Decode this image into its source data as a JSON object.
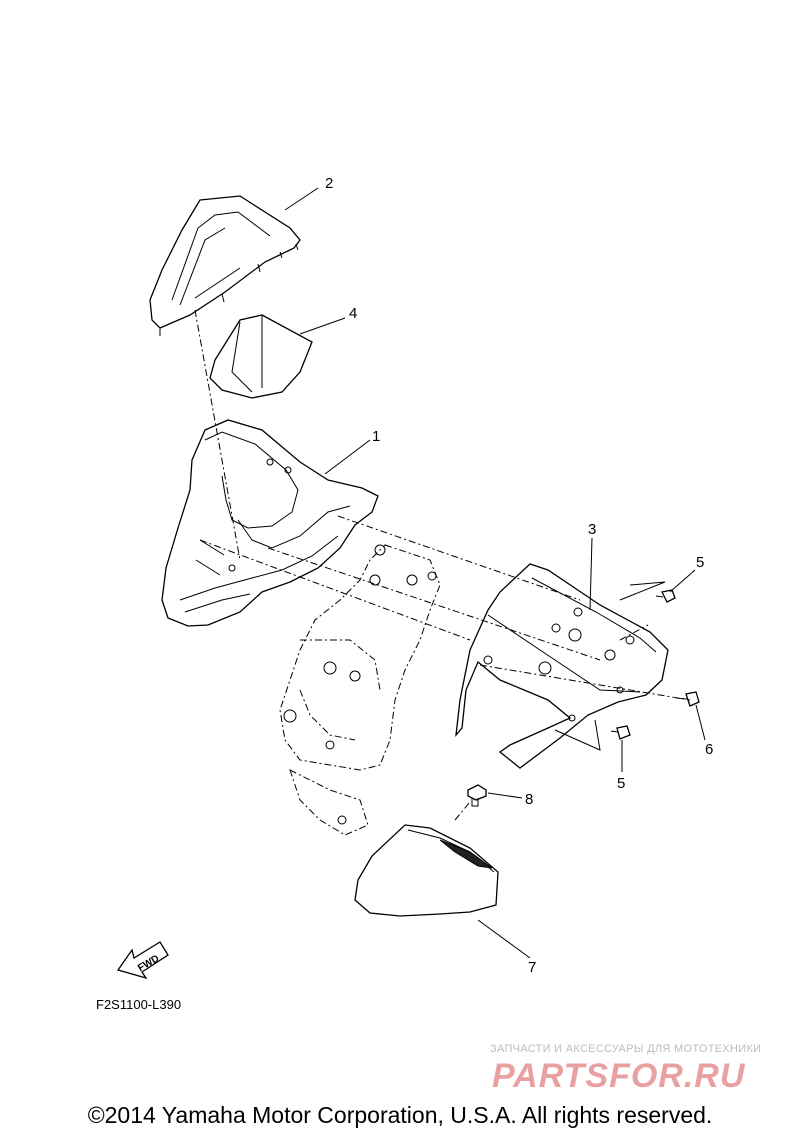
{
  "callouts": {
    "c1": "1",
    "c2": "2",
    "c3": "3",
    "c4": "4",
    "c5a": "5",
    "c5b": "5",
    "c6": "6",
    "c7": "7",
    "c8": "8"
  },
  "fwd_arrow_label": "FWD",
  "diagram_code": "F2S1100-L390",
  "watermark": {
    "caption": "ЗАПЧАСТИ И АКСЕССУАРЫ ДЛЯ МОТОТЕХНИКИ",
    "logo_text": "PARTSFOR.RU",
    "color": "#e8a0a0"
  },
  "copyright": "©2014 Yamaha Motor Corporation, U.S.A. All rights reserved."
}
